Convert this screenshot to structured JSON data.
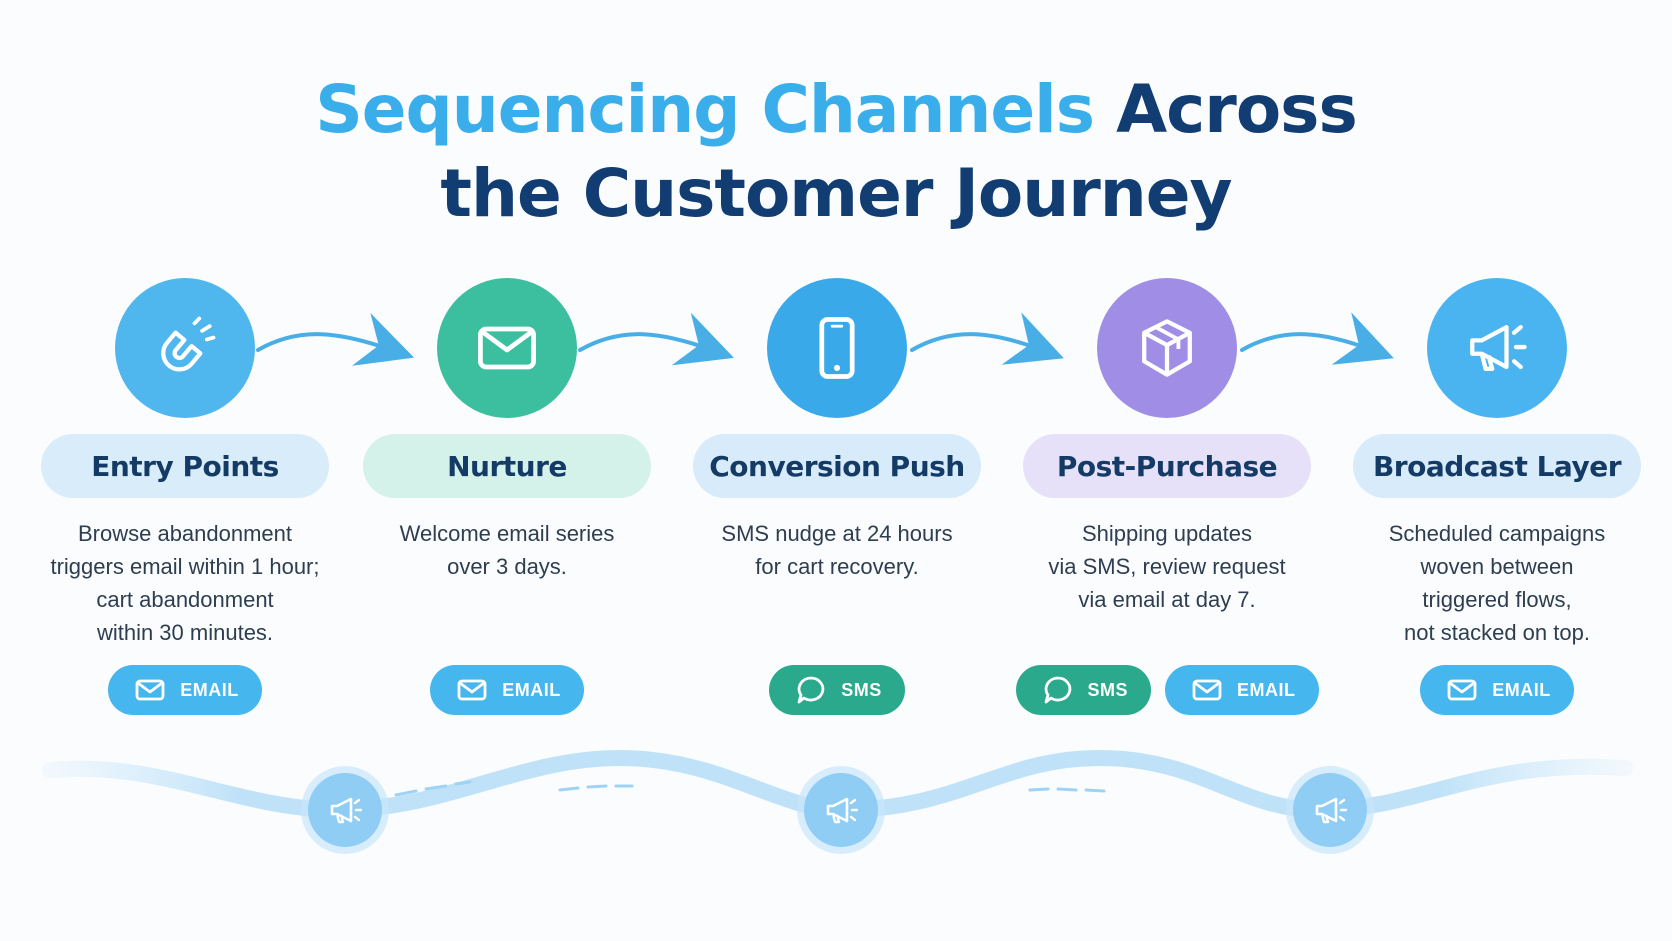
{
  "title": {
    "line1_highlight": "Sequencing Channels",
    "line1_rest": "Across",
    "line2": "the Customer Journey"
  },
  "steps": [
    {
      "label": "Entry Points",
      "icon": "magnet-icon",
      "color": "#4fb6ee",
      "desc_lines": [
        "Browse abandonment",
        "triggers email within 1 hour;",
        "cart abandonment",
        "within 30 minutes."
      ],
      "channels": [
        "EMAIL"
      ]
    },
    {
      "label": "Nurture",
      "icon": "envelope-icon",
      "color": "#3cbf9e",
      "desc_lines": [
        "Welcome email series",
        "over 3 days."
      ],
      "channels": [
        "EMAIL"
      ]
    },
    {
      "label": "Conversion Push",
      "icon": "smartphone-icon",
      "color": "#3aa9ea",
      "desc_lines": [
        "SMS nudge at 24 hours",
        "for cart recovery."
      ],
      "channels": [
        "SMS"
      ]
    },
    {
      "label": "Post-Purchase",
      "icon": "package-box-icon",
      "color": "#a08ee6",
      "desc_lines": [
        "Shipping updates",
        "via SMS, review request",
        "via email at day 7."
      ],
      "channels": [
        "SMS",
        "EMAIL"
      ]
    },
    {
      "label": "Broadcast Layer",
      "icon": "megaphone-icon",
      "color": "#4ab4f0",
      "desc_lines": [
        "Scheduled campaigns",
        "woven between",
        "triggered flows,",
        "not stacked on top."
      ],
      "channels": [
        "EMAIL"
      ]
    }
  ],
  "broadcast_markers": [
    "megaphone-icon",
    "megaphone-icon",
    "megaphone-icon"
  ],
  "colors": {
    "title_dark": "#123d72",
    "title_highlight": "#3aaeea",
    "email_chip": "#45b6ee",
    "sms_chip": "#2ba98d",
    "arrow": "#49aee6"
  }
}
